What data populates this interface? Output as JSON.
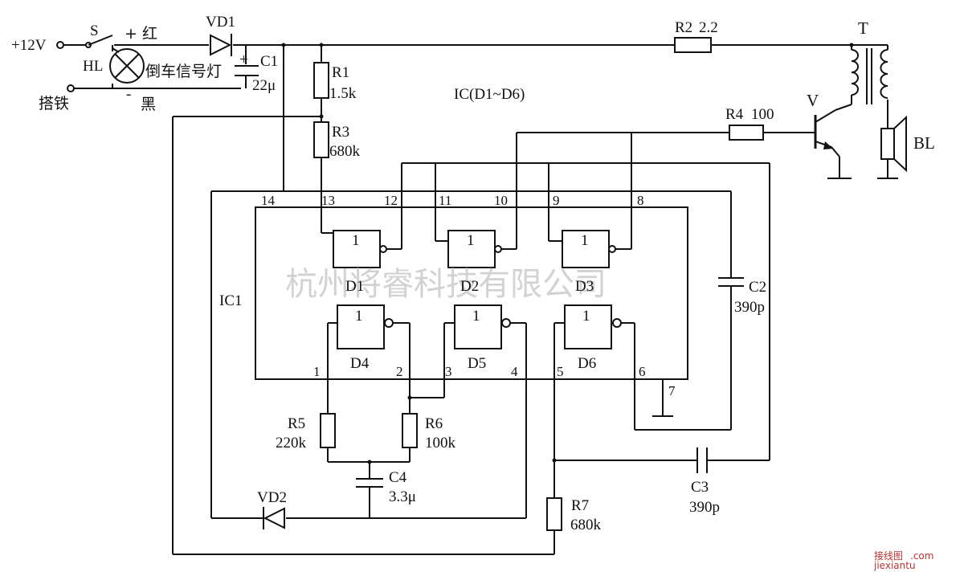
{
  "supply": {
    "vplus": "+12V",
    "ground": "搭铁"
  },
  "switch": {
    "label": "S"
  },
  "wires": {
    "red": "+ 红",
    "black": "黑",
    "black_sign": "-"
  },
  "lamp": {
    "ref": "HL",
    "name": "倒车信号灯"
  },
  "diodes": {
    "vd1": "VD1",
    "vd2": "VD2"
  },
  "capacitors": {
    "c1": {
      "ref": "C1",
      "value": "22μ",
      "plus": "+"
    },
    "c2": {
      "ref": "C2",
      "value": "390p"
    },
    "c3": {
      "ref": "C3",
      "value": "390p"
    },
    "c4": {
      "ref": "C4",
      "value": "3.3μ"
    }
  },
  "resistors": {
    "r1": {
      "ref": "R1",
      "value": "1.5k"
    },
    "r2": {
      "ref": "R2",
      "value": "2.2"
    },
    "r3": {
      "ref": "R3",
      "value": "680k"
    },
    "r4": {
      "ref": "R4",
      "value": "100"
    },
    "r5": {
      "ref": "R5",
      "value": "220k"
    },
    "r6": {
      "ref": "R6",
      "value": "100k"
    },
    "r7": {
      "ref": "R7",
      "value": "680k"
    }
  },
  "transistor": {
    "ref": "V"
  },
  "transformer": {
    "ref": "T"
  },
  "speaker": {
    "ref": "BL"
  },
  "ic": {
    "title": "IC(D1~D6)",
    "ref": "IC1",
    "gates": [
      {
        "name": "D1",
        "symbol": "1"
      },
      {
        "name": "D2",
        "symbol": "1"
      },
      {
        "name": "D3",
        "symbol": "1"
      },
      {
        "name": "D4",
        "symbol": "1"
      },
      {
        "name": "D5",
        "symbol": "1"
      },
      {
        "name": "D6",
        "symbol": "1"
      }
    ],
    "pins_top": [
      "14",
      "13",
      "12",
      "11",
      "10",
      "9",
      "8"
    ],
    "pins_bottom": [
      "1",
      "2",
      "3",
      "4",
      "5",
      "6",
      "7"
    ]
  },
  "watermark": {
    "text": "杭州将睿科技有限公司",
    "corner": "接线图",
    "corner_sub": "jiexiantu",
    "corner_com": ".com"
  }
}
